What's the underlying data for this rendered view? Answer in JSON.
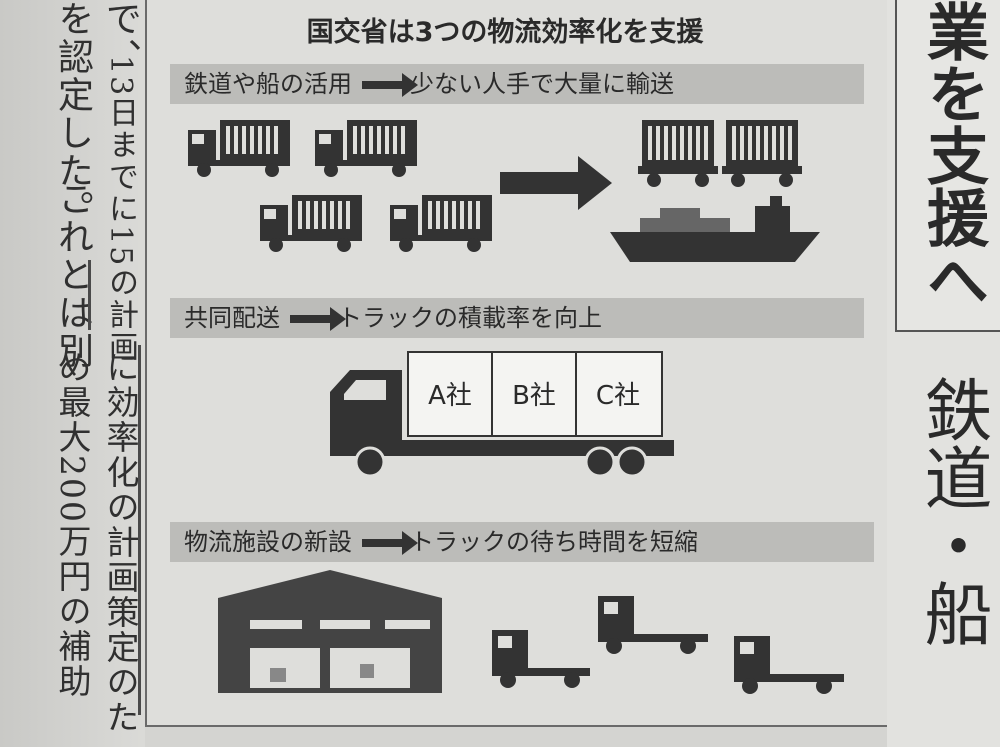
{
  "left_article": {
    "columns": [
      "で、",
      "13日までに15の計画",
      "を認定した。",
      "これとは別",
      "に効率化の計画策定のた",
      "め最大200万円の補助"
    ]
  },
  "infographic": {
    "title": "国交省は3つの物流効率化を支援",
    "sections": [
      {
        "cause": "鉄道や船の活用",
        "effect": "少ない人手で大量に輸送"
      },
      {
        "cause": "共同配送",
        "effect": "トラックの積載率を向上"
      },
      {
        "cause": "物流施設の新設",
        "effect": "トラックの待ち時間を短縮"
      }
    ],
    "cargo_labels": [
      "A社",
      "B社",
      "C社"
    ]
  },
  "right_headline": {
    "box_text": "業を支援へ",
    "sub_text": "鉄道・船"
  },
  "colors": {
    "ink": "#333333",
    "band": "#bcbcb9",
    "paper": "#dededb"
  }
}
